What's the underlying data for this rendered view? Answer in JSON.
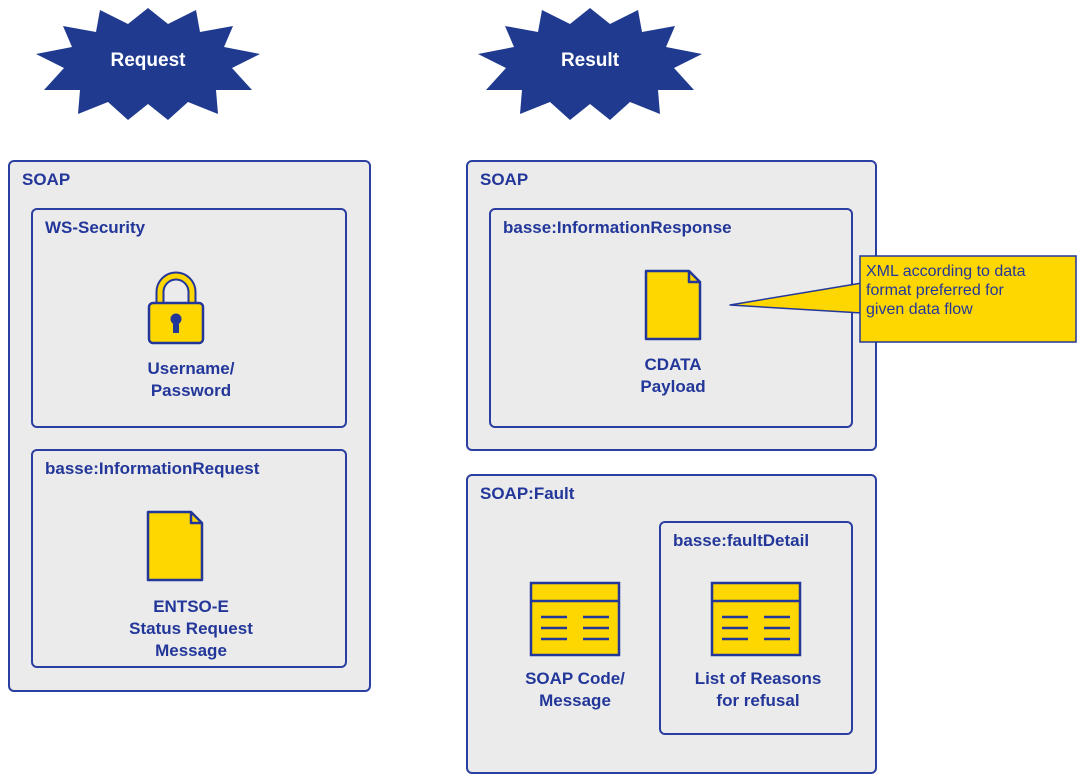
{
  "request": {
    "burst_label": "Request",
    "soap_title": "SOAP",
    "ws_security": {
      "title": "WS-Security",
      "icon": "lock-icon",
      "caption_lines": [
        "Username/",
        "Password"
      ]
    },
    "information_request": {
      "title": "basse:InformationRequest",
      "icon": "document-icon",
      "caption_lines": [
        "ENTSO-E",
        "Status Request",
        "Message"
      ]
    }
  },
  "result": {
    "burst_label": "Result",
    "soap_title": "SOAP",
    "information_response": {
      "title": "basse:InformationResponse",
      "icon": "document-icon",
      "caption_lines": [
        "CDATA",
        "Payload"
      ]
    },
    "callout_lines": [
      "XML according to data",
      "format preferred for",
      "given data flow"
    ],
    "fault": {
      "title": "SOAP:Fault",
      "soap_code": {
        "icon": "table-icon",
        "caption_lines": [
          "SOAP Code/",
          "Message"
        ]
      },
      "fault_detail": {
        "title": "basse:faultDetail",
        "icon": "table-icon",
        "caption_lines": [
          "List of Reasons",
          "for refusal"
        ]
      }
    }
  },
  "colors": {
    "navy": "#23379a",
    "burst": "#1f3a8f",
    "box_fill": "#ebebeb",
    "yellow": "#ffd700",
    "white": "#ffffff"
  }
}
